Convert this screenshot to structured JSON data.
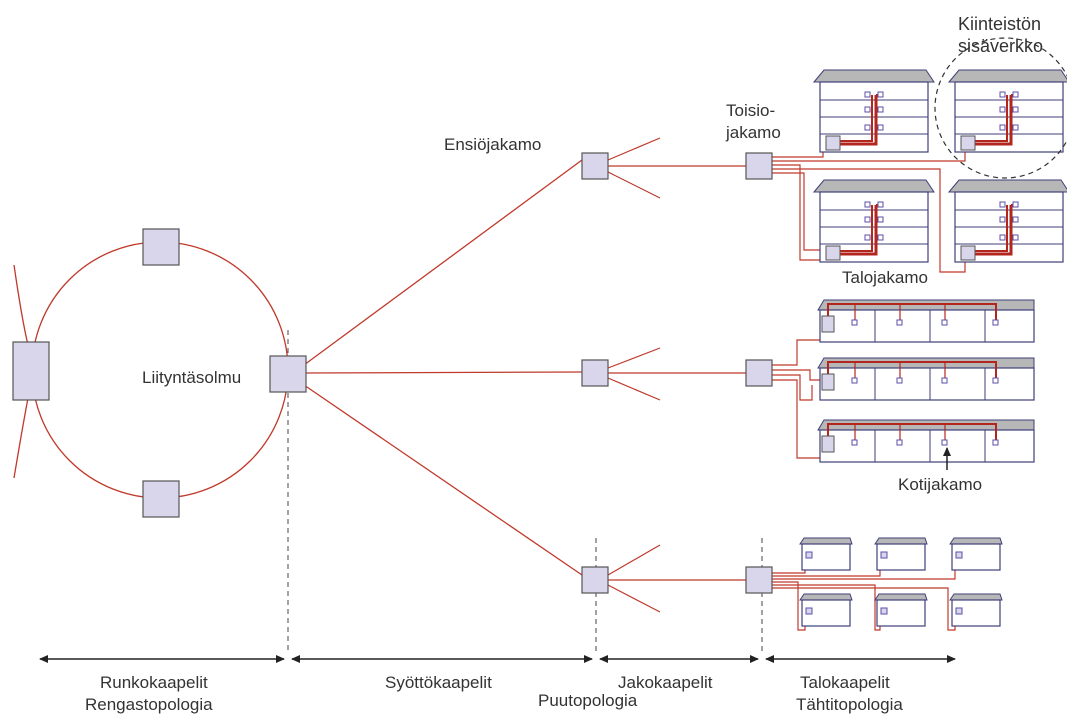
{
  "labels": {
    "kiinteiston": "Kiinteistön",
    "sisaverkko": "sisäverkko",
    "toisio": "Toisio-",
    "toisio_jakamo": "jakamo",
    "ensiojakamo": "Ensiöjakamo",
    "liityntasolmu": "Liityntäsolmu",
    "talojakamo": "Talojakamo",
    "kotijakamo": "Kotijakamo"
  },
  "segments": {
    "runko_cables": "Runkokaapelit",
    "runko_topology": "Rengastopologia",
    "syotto_cables": "Syöttökaapelit",
    "puu_topology": "Puutopologia",
    "jako_cables": "Jakokaapelit",
    "talo_cables": "Talokaapelit",
    "tahti_topology": "Tähtitopologia"
  },
  "colors": {
    "cable": "#c0392b",
    "cable_thick": "#b3261e",
    "node_fill": "#d9d6ec",
    "node_stroke": "#555555",
    "building_stroke": "#3f3f7a",
    "roof": "#b7b7b7",
    "arrow": "#222222"
  }
}
